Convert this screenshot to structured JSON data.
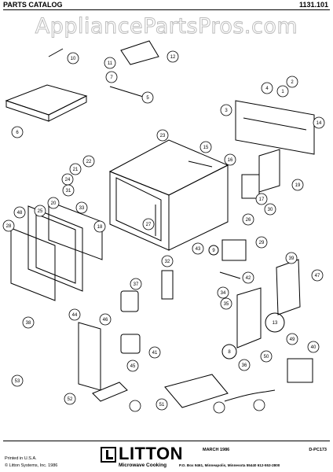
{
  "header": {
    "title": "PARTS CATALOG",
    "number": "1131.101"
  },
  "watermark": "AppliancePartsPros.com",
  "callouts": [
    "13",
    "9",
    "8",
    "10",
    "11",
    "12",
    "7",
    "5",
    "6",
    "2",
    "4",
    "1",
    "3",
    "14",
    "23",
    "15",
    "22",
    "16",
    "21",
    "17",
    "24",
    "19",
    "31",
    "30",
    "18",
    "25",
    "20",
    "33",
    "26",
    "27",
    "28",
    "29",
    "43",
    "42",
    "32",
    "39",
    "47",
    "48",
    "46",
    "34",
    "35",
    "36",
    "44",
    "38",
    "37",
    "49",
    "45",
    "41",
    "40",
    "50",
    "53",
    "52",
    "51"
  ],
  "footer": {
    "printed": "Printed in U.S.A.",
    "copyright": "© Litton Systems, Inc. 1986",
    "brand": "LITTON",
    "subbrand": "Microwave Cooking",
    "date": "MARCH 1986",
    "address": "P.O. Box 9461, Minneapolis, Minnesota 55440   612-553-2800",
    "code": "D-PC173"
  }
}
